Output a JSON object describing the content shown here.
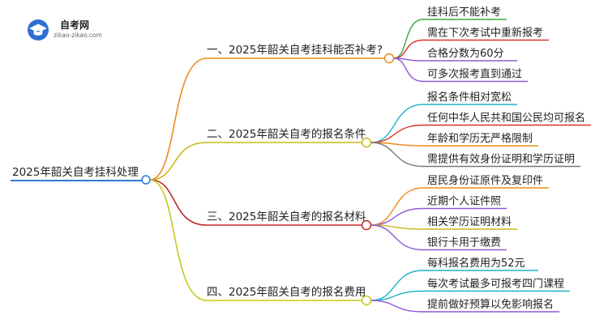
{
  "logo": {
    "title": "自考网",
    "url": "zikao-zikao.com"
  },
  "root": {
    "label": "2025年韶关自考挂科处理",
    "color": "#2b7bd6"
  },
  "branches": [
    {
      "label": "一、2025年韶关自考挂科能否补考?",
      "color": "#f08a1c",
      "leaves": [
        {
          "label": "挂科后不能补考",
          "color": "#3aa837"
        },
        {
          "label": "需在下次考试中重新报考",
          "color": "#d9342b"
        },
        {
          "label": "合格分数为60分",
          "color": "#8e5ad6"
        },
        {
          "label": "可多次报考直到通过",
          "color": "#8e5ad6"
        }
      ]
    },
    {
      "label": "二、2025年韶关自考的报名条件",
      "color": "#c9b81c",
      "leaves": [
        {
          "label": "报名条件相对宽松",
          "color": "#1cb4c9"
        },
        {
          "label": "任何中华人民共和国公民均可报名",
          "color": "#d9342b"
        },
        {
          "label": "年龄和学历无严格限制",
          "color": "#f08a1c"
        },
        {
          "label": "需提供有效身份证明和学历证明",
          "color": "#777777"
        }
      ]
    },
    {
      "label": "三、2025年韶关自考的报名材料",
      "color": "#c2262e",
      "leaves": [
        {
          "label": "居民身份证原件及复印件",
          "color": "#f08a1c"
        },
        {
          "label": "近期个人证件照",
          "color": "#8e5ad6"
        },
        {
          "label": "相关学历证明材料",
          "color": "#c9b81c"
        },
        {
          "label": "银行卡用于缴费",
          "color": "#8e5ad6"
        }
      ]
    },
    {
      "label": "四、2025年韶关自考的报名费用",
      "color": "#c9c91c",
      "leaves": [
        {
          "label": "每科报名费用为52元",
          "color": "#1cb4c9"
        },
        {
          "label": "每次考试最多可报考四门课程",
          "color": "#1cb4c9"
        },
        {
          "label": "提前做好预算以免影响报名",
          "color": "#8e5ad6"
        }
      ]
    }
  ]
}
